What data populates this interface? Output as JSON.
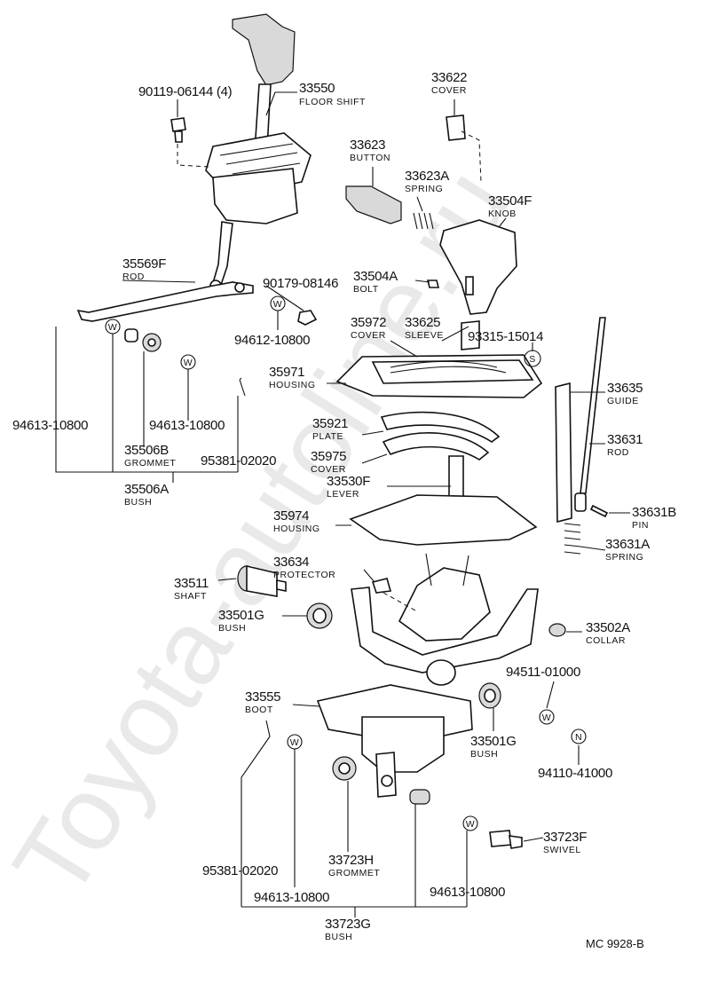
{
  "watermark": "Toyota-autoline.ru",
  "diagram_code": "MC  9928-B",
  "labels": {
    "l33550": {
      "pn": "33550",
      "name": "FLOOR SHIFT"
    },
    "l90119": {
      "pn": "90119-06144 (4)"
    },
    "l33622": {
      "pn": "33622",
      "name": "COVER"
    },
    "l33623": {
      "pn": "33623",
      "name": "BUTTON"
    },
    "l33623A": {
      "pn": "33623A",
      "name": "SPRING"
    },
    "l33504F": {
      "pn": "33504F",
      "name": "KNOB"
    },
    "l35569F": {
      "pn": "35569F",
      "name": "ROD"
    },
    "l90179": {
      "pn": "90179-08146"
    },
    "l33504A": {
      "pn": "33504A",
      "name": "BOLT"
    },
    "l94612": {
      "pn": "94612-10800"
    },
    "l35972": {
      "pn": "35972",
      "name": "COVER"
    },
    "l33625": {
      "pn": "33625",
      "name": "SLEEVE"
    },
    "l93315": {
      "pn": "93315-15014"
    },
    "l35971": {
      "pn": "35971",
      "name": "HOUSING"
    },
    "l33635": {
      "pn": "33635",
      "name": "GUIDE"
    },
    "l94613a": {
      "pn": "94613-10800"
    },
    "l94613b": {
      "pn": "94613-10800"
    },
    "l35921": {
      "pn": "35921",
      "name": "PLATE"
    },
    "l33631": {
      "pn": "33631",
      "name": "ROD"
    },
    "l35506B": {
      "pn": "35506B",
      "name": "GROMMET"
    },
    "l95381a": {
      "pn": "95381-02020"
    },
    "l35975": {
      "pn": "35975",
      "name": "COVER"
    },
    "l33530F": {
      "pn": "33530F",
      "name": "LEVER"
    },
    "l35506A": {
      "pn": "35506A",
      "name": "BUSH"
    },
    "l35974": {
      "pn": "35974",
      "name": "HOUSING"
    },
    "l33631B": {
      "pn": "33631B",
      "name": "PIN"
    },
    "l33631A": {
      "pn": "33631A",
      "name": "SPRING"
    },
    "l33634": {
      "pn": "33634",
      "name": "PROTECTOR"
    },
    "l33511": {
      "pn": "33511",
      "name": "SHAFT"
    },
    "l33501G": {
      "pn": "33501G",
      "name": "BUSH"
    },
    "l33502A": {
      "pn": "33502A",
      "name": "COLLAR"
    },
    "l94511": {
      "pn": "94511-01000"
    },
    "l33555": {
      "pn": "33555",
      "name": "BOOT"
    },
    "l33501Gb": {
      "pn": "33501G",
      "name": "BUSH"
    },
    "l94110": {
      "pn": "94110-41000"
    },
    "l33723F": {
      "pn": "33723F",
      "name": "SWIVEL"
    },
    "l33723H": {
      "pn": "33723H",
      "name": "GROMMET"
    },
    "l95381b": {
      "pn": "95381-02020"
    },
    "l94613c": {
      "pn": "94613-10800"
    },
    "l94613d": {
      "pn": "94613-10800"
    },
    "l33723G": {
      "pn": "33723G",
      "name": "BUSH"
    }
  },
  "symbols": {
    "w1": "W",
    "w2": "W",
    "w3": "W",
    "s1": "S",
    "w4": "W",
    "n1": "N",
    "w5": "W",
    "w6": "W"
  }
}
